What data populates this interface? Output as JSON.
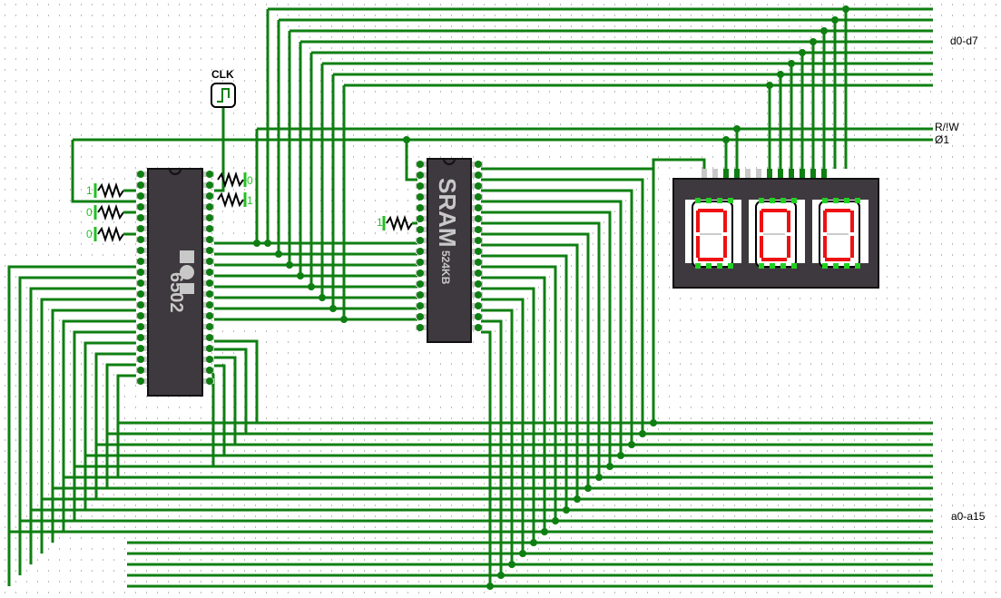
{
  "labels": {
    "clock": "CLK",
    "data_bus": "d0-d7",
    "rw": "R/!W",
    "phi1": "Ø1",
    "address_bus": "a0-a15"
  },
  "cpu": {
    "name": "6502",
    "logo": "MOS"
  },
  "sram": {
    "name": "SRAM",
    "size": "524KB"
  },
  "constants": {
    "c1": "1",
    "c2": "0",
    "c3": "0",
    "c4": "0",
    "c5": "1",
    "c6": "1"
  },
  "display": {
    "digits": [
      "0",
      "0",
      "0"
    ]
  },
  "colors": {
    "wire": "#0f7f12",
    "wire_active": "#22d022",
    "chip": "#3e393e",
    "segment_on": "#ee1111",
    "pin": "#c8c8c8"
  }
}
